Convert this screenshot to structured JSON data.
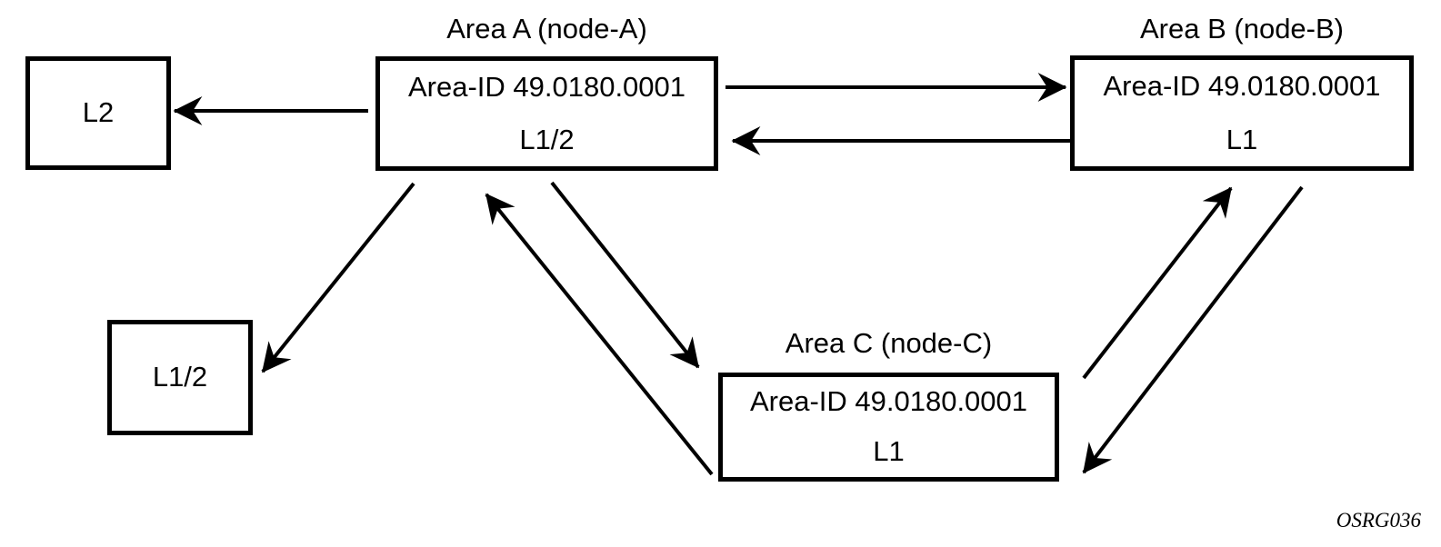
{
  "diagram": {
    "colors": {
      "ink": "#000000",
      "background": "#ffffff"
    },
    "nodes": {
      "l2": {
        "label": "L2"
      },
      "l12": {
        "label": "L1/2"
      },
      "area_a": {
        "title": "Area A (node-A)",
        "area_id": "Area-ID 49.0180.0001",
        "level": "L1/2"
      },
      "area_b": {
        "title": "Area B (node-B)",
        "area_id": "Area-ID 49.0180.0001",
        "level": "L1"
      },
      "area_c": {
        "title": "Area C (node-C)",
        "area_id": "Area-ID 49.0180.0001",
        "level": "L1"
      }
    },
    "edges": [
      {
        "id": "area-a-to-l2",
        "from": "Area A (node-A)",
        "to": "L2"
      },
      {
        "id": "area-a-to-area-b",
        "from": "Area A (node-A)",
        "to": "Area B (node-B)"
      },
      {
        "id": "area-b-to-area-a",
        "from": "Area B (node-B)",
        "to": "Area A (node-A)"
      },
      {
        "id": "area-a-to-l12",
        "from": "Area A (node-A)",
        "to": "L1/2"
      },
      {
        "id": "area-c-to-area-a",
        "from": "Area C (node-C)",
        "to": "Area A (node-A)"
      },
      {
        "id": "area-a-to-area-c",
        "from": "Area A (node-A)",
        "to": "Area C (node-C)"
      },
      {
        "id": "area-c-to-area-b",
        "from": "Area C (node-C)",
        "to": "Area B (node-B)"
      },
      {
        "id": "area-b-to-area-c",
        "from": "Area B (node-B)",
        "to": "Area C (node-C)"
      }
    ],
    "figure_code": "OSRG036"
  }
}
